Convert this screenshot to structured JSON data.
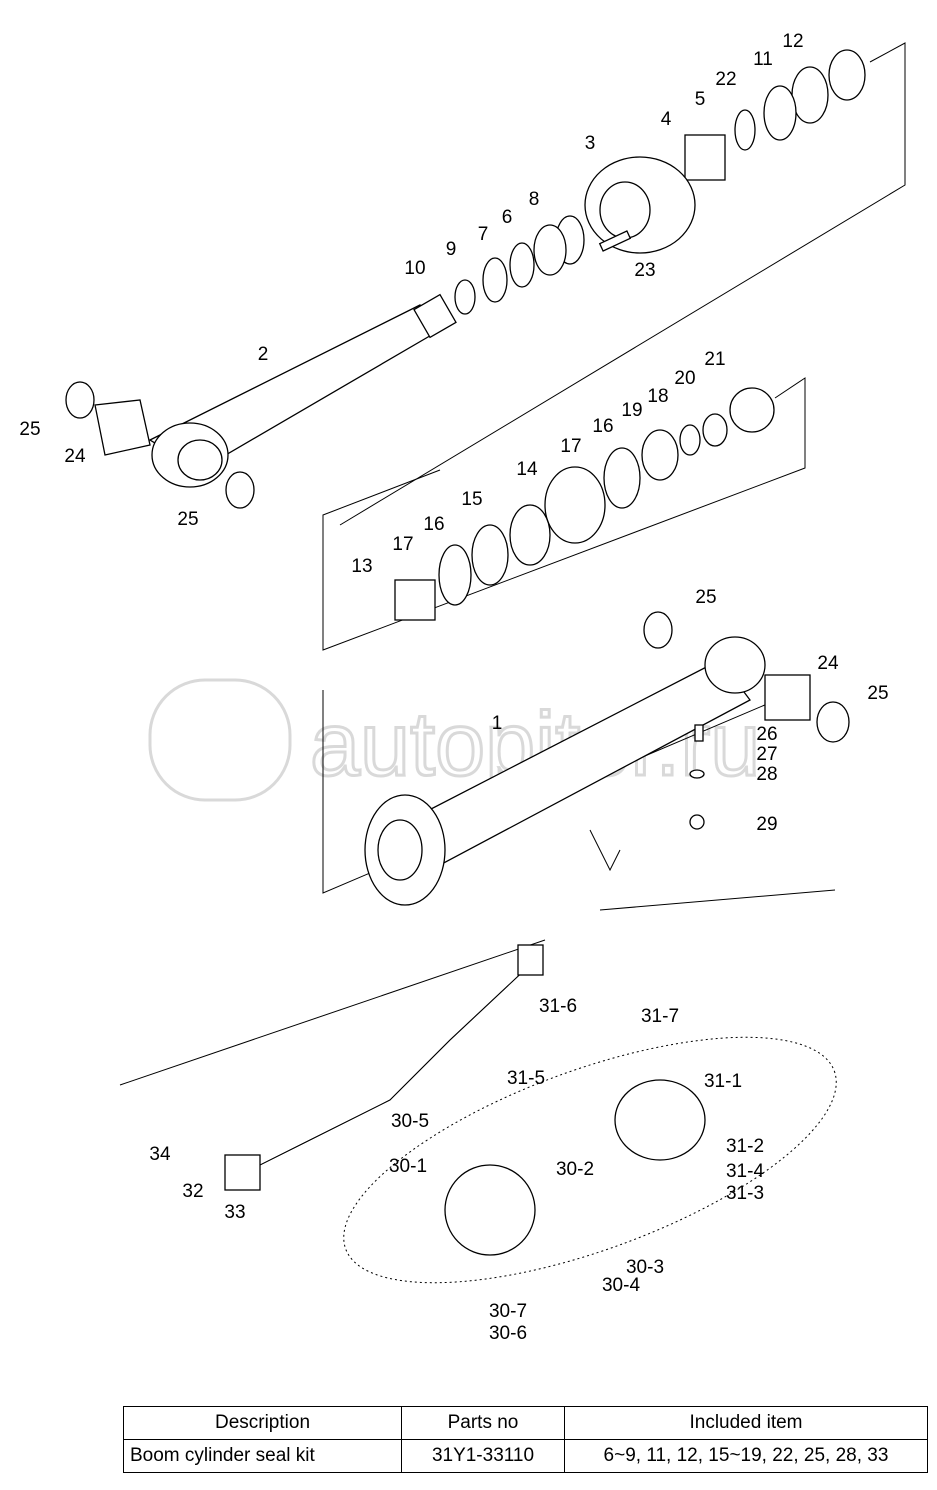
{
  "watermark": "autopiter.ru",
  "callouts": [
    "12",
    "11",
    "22",
    "5",
    "4",
    "3",
    "8",
    "6",
    "7",
    "9",
    "10",
    "23",
    "2",
    "25",
    "24",
    "25",
    "21",
    "20",
    "18",
    "19",
    "16",
    "17",
    "14",
    "15",
    "16",
    "17",
    "13",
    "25",
    "24",
    "25",
    "1",
    "26",
    "27",
    "28",
    "29",
    "31-6",
    "31-7",
    "31-5",
    "31-1",
    "30-5",
    "34",
    "30-1",
    "30-2",
    "31-2",
    "31-4",
    "31-3",
    "32",
    "33",
    "30-3",
    "30-4",
    "30-7",
    "30-6"
  ],
  "table": {
    "headers": [
      "Description",
      "Parts no",
      "Included item"
    ],
    "rows": [
      [
        "Boom cylinder seal kit",
        "31Y1-33110",
        "6~9, 11, 12, 15~19, 22, 25, 28, 33"
      ]
    ]
  }
}
